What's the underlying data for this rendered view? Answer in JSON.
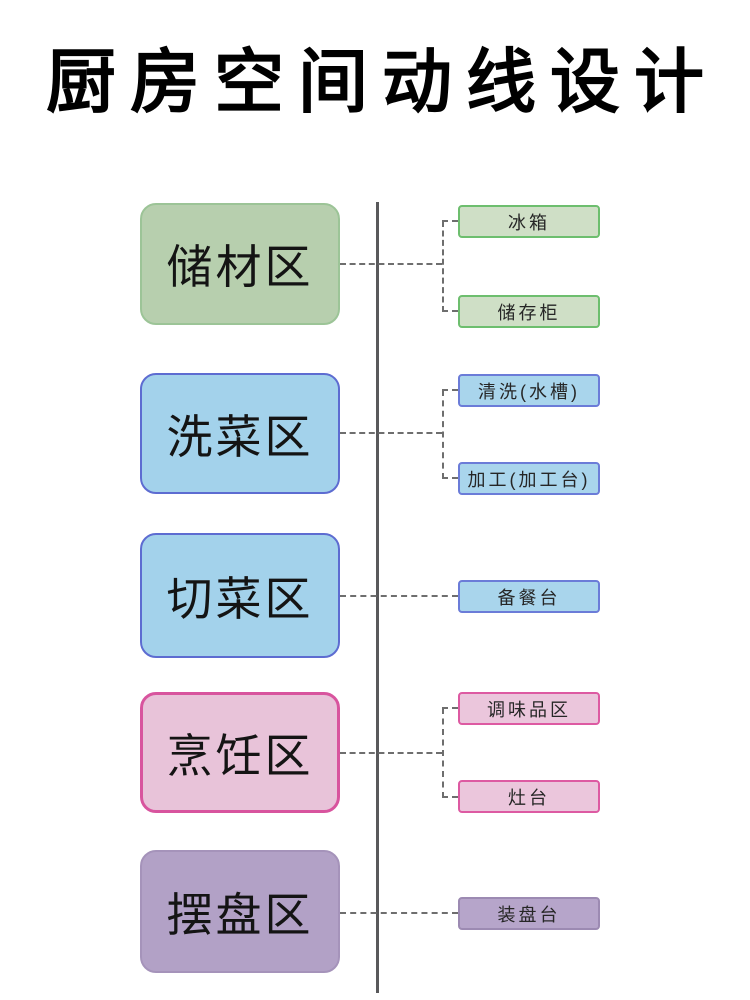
{
  "title": "厨房空间动线设计",
  "connector_color": "#6e6e6e",
  "axis_color": "#59595b",
  "zones": [
    {
      "label": "储材区",
      "colors": {
        "main_fill": "#b7cfae",
        "main_border": "#9cc497",
        "child_fill": "#cfdfc6",
        "child_border": "#6dbe6e"
      },
      "children": [
        {
          "label": "冰箱"
        },
        {
          "label": "储存柜"
        }
      ]
    },
    {
      "label": "洗菜区",
      "colors": {
        "main_fill": "#a3d2eb",
        "main_border": "#5d6cd1",
        "child_fill": "#a9d5ec",
        "child_border": "#6b7cd8"
      },
      "children": [
        {
          "label": "清洗(水槽)"
        },
        {
          "label": "加工(加工台)"
        }
      ]
    },
    {
      "label": "切菜区",
      "colors": {
        "main_fill": "#a3d2eb",
        "main_border": "#5d6cd1",
        "child_fill": "#a9d5ec",
        "child_border": "#6b7cd8"
      },
      "children": [
        {
          "label": "备餐台"
        }
      ]
    },
    {
      "label": "烹饪区",
      "colors": {
        "main_fill": "#e8c3d9",
        "main_border": "#d8549e",
        "child_fill": "#ebc6dc",
        "child_border": "#dd5aa2"
      },
      "children": [
        {
          "label": "调味品区"
        },
        {
          "label": "灶台"
        }
      ]
    },
    {
      "label": "摆盘区",
      "colors": {
        "main_fill": "#b2a1c6",
        "main_border": "#a593ba",
        "child_fill": "#b6a5ca",
        "child_border": "#9c8ab2"
      },
      "children": [
        {
          "label": "装盘台"
        }
      ]
    }
  ]
}
